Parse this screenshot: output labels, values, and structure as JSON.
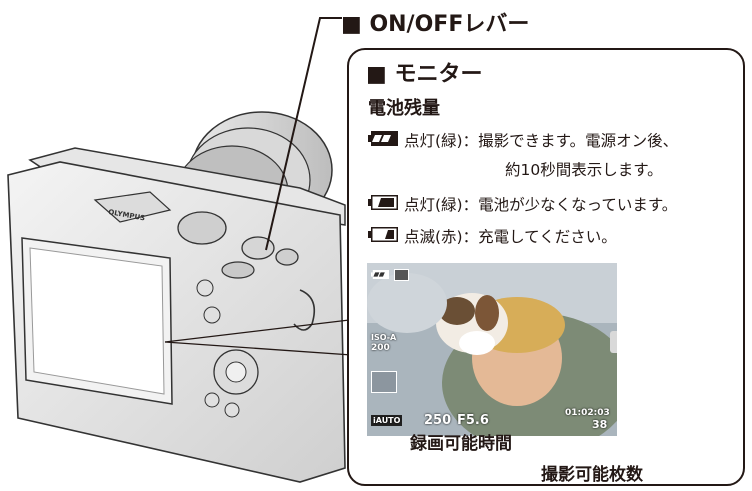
{
  "header": {
    "onoff_label": "■ ON/OFFレバー"
  },
  "panel": {
    "title": "■ モニター",
    "battery_heading": "電池残量",
    "battery_states": [
      {
        "icon": "battery-full-icon",
        "status": "点灯(緑)",
        "colon": "：",
        "desc": "撮影できます。電源オン後、",
        "desc_cont": "約10秒間表示します。"
      },
      {
        "icon": "battery-half-icon",
        "status": "点灯(緑)",
        "colon": "：",
        "desc": "電池が少なくなっています。"
      },
      {
        "icon": "battery-low-icon",
        "status": "点滅(赤)",
        "colon": "：",
        "desc": "充電してください。"
      }
    ]
  },
  "camera": {
    "brand": "OLYMPUS"
  },
  "lcd": {
    "iso_label": "ISO-A",
    "iso_value": "200",
    "shutter": "250",
    "aperture": "F5.6",
    "record_time": "01:02:03",
    "shots_remaining": "38",
    "mode": "iAUTO"
  },
  "labels": {
    "record_time_label": "録画可能時間",
    "shots_label": "撮影可能枚数"
  }
}
